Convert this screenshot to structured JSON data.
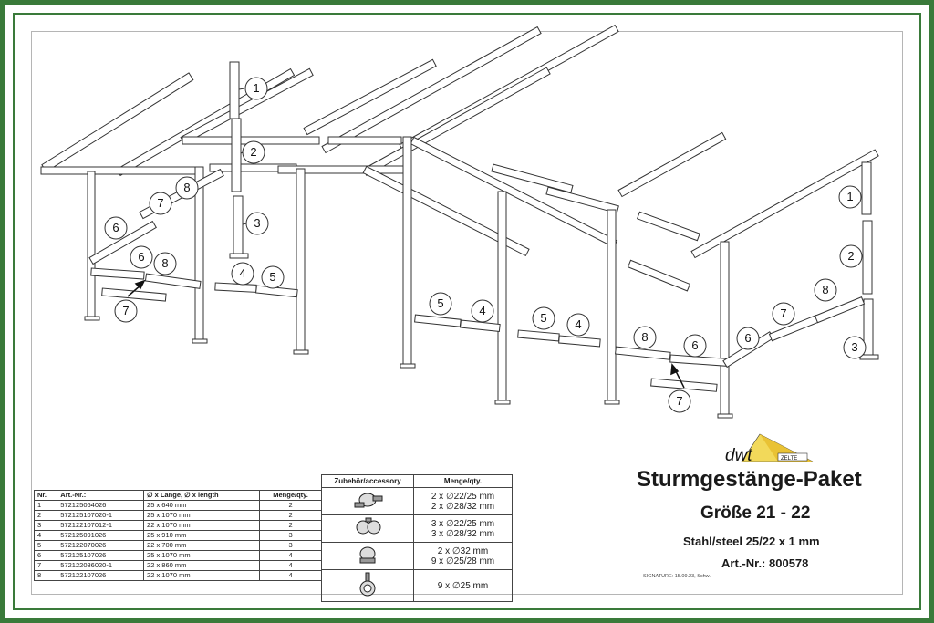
{
  "callouts": {
    "n1": "1",
    "n2": "2",
    "n3": "3",
    "n4": "4",
    "n5": "5",
    "n6": "6",
    "n7": "7",
    "n8": "8"
  },
  "parts_table": {
    "headers": [
      "Nr.",
      "Art.-Nr.:",
      "∅ x Länge, ∅ x length",
      "Menge/qty."
    ],
    "rows": [
      [
        "1",
        "572125064026",
        "25 x 640 mm",
        "2"
      ],
      [
        "2",
        "572125107020-1",
        "25 x 1070 mm",
        "2"
      ],
      [
        "3",
        "572122107012-1",
        "22 x 1070 mm",
        "2"
      ],
      [
        "4",
        "572125091026",
        "25 x 910 mm",
        "3"
      ],
      [
        "5",
        "572122070026",
        "22 x 700 mm",
        "3"
      ],
      [
        "6",
        "572125107026",
        "25 x 1070 mm",
        "4"
      ],
      [
        "7",
        "572122086020-1",
        "22 x 860 mm",
        "4"
      ],
      [
        "8",
        "572122107026",
        "22 x 1070 mm",
        "4"
      ]
    ]
  },
  "accessory_table": {
    "header_item": "Zubehör/accessory",
    "header_qty": "Menge/qty.",
    "rows": [
      {
        "icon": "clamp-large-icon",
        "line1": "2 x  ∅22/25 mm",
        "line2": "2 x  ∅28/32 mm"
      },
      {
        "icon": "clamp-double-icon",
        "line1": "3 x  ∅22/25 mm",
        "line2": "3 x  ∅28/32 mm"
      },
      {
        "icon": "clamp-small-icon",
        "line1": "2 x  ∅32 mm",
        "line2": "9 x  ∅25/28 mm"
      },
      {
        "icon": "pipe-clip-icon",
        "line1": "9 x  ∅25 mm",
        "line2": ""
      }
    ]
  },
  "logo": {
    "brand": "dwt",
    "sub": "ZELTE"
  },
  "title": {
    "main": "Sturmgestänge-Paket",
    "size": "Größe 21 - 22",
    "material": "Stahl/steel 25/22 x 1 mm",
    "article": "Art.-Nr.: 800578"
  },
  "signature": "SIGNATURE: 15.09.23, Schw.",
  "colors": {
    "frame": "#3a7a3a",
    "line": "#333333"
  }
}
